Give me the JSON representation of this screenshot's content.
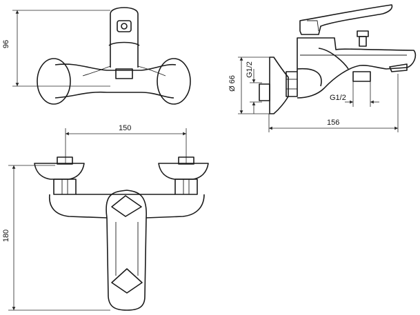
{
  "dimensions": {
    "front_top_height": "96",
    "center_distance": "150",
    "overall_height": "180",
    "side_projection": "156",
    "escutcheon_diameter": "Ø 66",
    "inlet_thread": "G1/2",
    "outlet_thread": "G1/2"
  },
  "colors": {
    "line": "#1a1a1a",
    "background": "#ffffff"
  }
}
